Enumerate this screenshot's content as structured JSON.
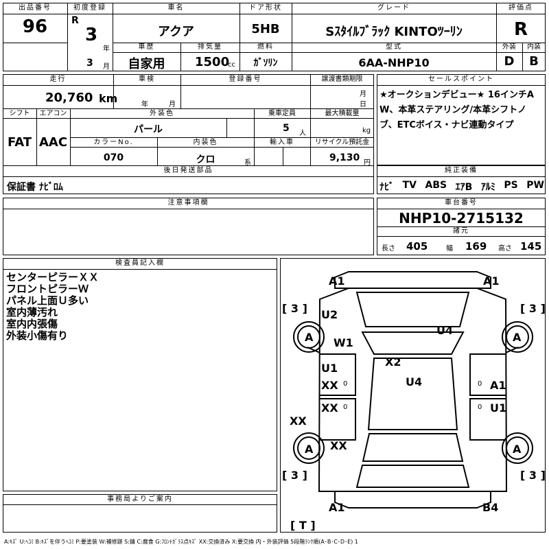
{
  "header": {
    "lot_label": "出品番号",
    "lot_no": "96",
    "first_reg_label": "初度登録",
    "era": "R",
    "year": "3",
    "year_unit": "年",
    "month": "3",
    "month_unit": "月",
    "name_label": "車名",
    "name": "アクア",
    "door_label": "ドア形状",
    "door": "5HB",
    "grade_label": "グレード",
    "grade": "Sｽﾀｲﾙﾌﾞﾗｯｸ KINTOﾂｰﾘﾝ",
    "score_label": "評価点",
    "score": "R",
    "history_label": "車歴",
    "history": "自家用",
    "displacement_label": "排気量",
    "displacement": "1500",
    "displacement_unit": "cc",
    "fuel_label": "燃料",
    "fuel": "ｶﾞｿﾘﾝ",
    "model_label": "型式",
    "model": "6AA-NHP10",
    "exterior_label": "外装",
    "exterior": "D",
    "interior_label": "内装",
    "interior": "B"
  },
  "row2": {
    "mileage_label": "走行",
    "mileage": "20,760",
    "mileage_unit": "km",
    "inspection_label": "車検",
    "insp_year": "年",
    "insp_month": "月",
    "regno_label": "登録番号",
    "transfer_label": "譲渡書類期限",
    "transfer_month": "月",
    "transfer_day": "日",
    "shift_label": "シフト",
    "shift": "FAT",
    "ac_label": "エアコン",
    "ac": "AAC",
    "color_label": "外装色",
    "color": "パール",
    "capacity_label": "乗車定員",
    "capacity": "5",
    "capacity_unit": "人",
    "maxload_label": "最大積載量",
    "maxload_unit": "kg",
    "colorno_label": "カラーNo.",
    "colorno": "070",
    "intcolor_label": "内装色",
    "intcolor": "クロ",
    "intcolor_unit": "系",
    "import_label": "輸入車",
    "recycle_label": "リサイクル預託金",
    "recycle": "9,130",
    "recycle_unit": "円",
    "later_label": "後日発送部品",
    "later": "保証書 ﾅﾋﾞﾛﾑ"
  },
  "sales": {
    "label": "セールスポイント",
    "text": "★オークションデビュー★ 16インチAW、本革ステアリング/本革シフトノブ、ETCボイス・ナビ連動タイプ"
  },
  "equipment": {
    "label": "純正装備",
    "items": [
      "ﾅﾋﾞ",
      "TV",
      "ABS",
      "ｴｱB",
      "ｱﾙﾐ",
      "PS",
      "PW"
    ]
  },
  "notes": {
    "label": "注意事項欄"
  },
  "chassis": {
    "label": "車台番号",
    "value": "NHP10-2715132",
    "dims_label": "諸元",
    "length_label": "長さ",
    "length": "405",
    "width_label": "幅",
    "width": "169",
    "height_label": "高さ",
    "height": "145"
  },
  "inspector": {
    "label": "検査員記入欄",
    "lines": [
      "センターピラーＸＸ",
      "フロントピラーＷ",
      "パネル上面Ｕ多い",
      "室内薄汚れ",
      "室内内張傷",
      "外装小傷有り"
    ]
  },
  "office": {
    "label": "事務局よりご案内"
  },
  "diagram": {
    "a1_tl": "A1",
    "a1_tr": "A1",
    "tire_fl": "[ 3 ]",
    "tire_fr": "[ 3 ]",
    "tire_rl": "[ 3 ]",
    "tire_rr": "[ 3 ]",
    "a_fl": "A",
    "a_fr": "A",
    "a_rl": "A",
    "a_rr": "A",
    "u2": "U2",
    "w1": "W1",
    "u4_hood": "U4",
    "x2": "X2",
    "u4_roof": "U4",
    "u1_l": "U1",
    "xx_l1": "XX",
    "xx_l2": "XX",
    "xx_l3": "XX",
    "xx_side": "XX",
    "a1_r": "A1",
    "u1_r": "U1",
    "a1_bl": "A1",
    "b4_br": "B4",
    "trunk": "[ T ]",
    "zero": "0"
  },
  "footer": {
    "legend": "A:ｷｽﾞ U:ﾍｺﾐ B:ｷｽﾞを伴うﾍｺﾐ P:要塗装 W:補修跡 S:錆 C:腐食 G:ﾌﾛﾝﾄｶﾞﾗｽ点ｷｽﾞ XX:交換済み X:要交換 内・外装評価 5段階ﾗﾝｸ順(A･B･C･D･E) 1"
  }
}
